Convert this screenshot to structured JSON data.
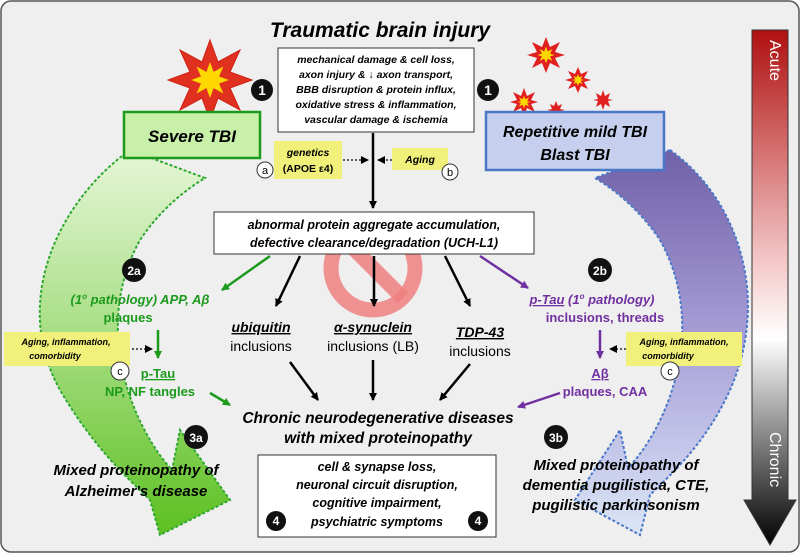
{
  "title": "Traumatic brain injury",
  "mechanisms": [
    "mechanical damage & cell loss,",
    "axon injury & ↓ axon transport,",
    "BBB disruption & protein influx,",
    "oxidative stress & inflammation,",
    "vascular damage & ischemia"
  ],
  "severe": "Severe TBI",
  "repetitive": [
    "Repetitive mild TBI",
    "Blast TBI"
  ],
  "genetics": [
    "genetics",
    "(APOE ε4)"
  ],
  "aging": "Aging",
  "aggregate": [
    "abnormal protein aggregate accumulation,",
    "defective clearance/degradation (UCH-L1)"
  ],
  "left_path": {
    "p1a": "(1",
    "p1sup": "o",
    "p1b": " pathology) APP, Aβ",
    "p2": "plaques",
    "tau": "p-Tau",
    "tangles": "NP, NF tangles"
  },
  "right_path": {
    "p1a": "p-Tau",
    "p1b": " (1",
    "p1sup": "o",
    "p1c": " pathology)",
    "p2": "inclusions, threads",
    "abeta": "Aβ",
    "plaques": "plaques, CAA"
  },
  "aging_box": [
    "Aging, inflammation,",
    "comorbidity"
  ],
  "middle": {
    "ubiq": [
      "ubiquitin",
      "inclusions"
    ],
    "syn": [
      "α-synuclein",
      "inclusions (LB)"
    ],
    "tdp": [
      "TDP-43",
      "inclusions"
    ]
  },
  "chronic": [
    "Chronic neurodegenerative diseases",
    "with mixed proteinopathy"
  ],
  "outcome_left": [
    "Mixed proteinopathy of",
    "Alzheimer's disease"
  ],
  "outcome_right": [
    "Mixed proteinopathy of",
    "dementia pugilistica, CTE,",
    "pugilistic parkinsonism"
  ],
  "bottom_box": [
    "cell & synapse loss,",
    "neuronal circuit disruption,",
    "cognitive impairment,",
    "psychiatric symptoms"
  ],
  "badges": {
    "one": "1",
    "two_a": "2a",
    "two_b": "2b",
    "three_a": "3a",
    "three_b": "3b",
    "four": "4",
    "a": "a",
    "b": "b",
    "c": "c"
  },
  "scale": {
    "top": "Acute",
    "bottom": "Chronic"
  },
  "colors": {
    "green": "#1c9a1c",
    "purple": "#7030a0",
    "severe_fill": "#c8f0a8",
    "blue_fill": "#c6d0ee",
    "yellow": "#f0f07a"
  }
}
